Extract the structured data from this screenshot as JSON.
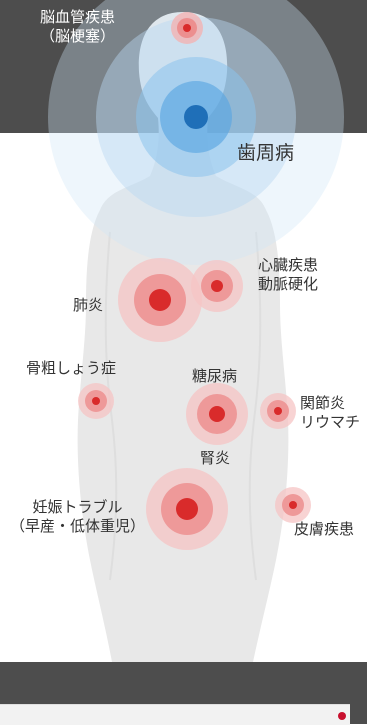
{
  "diseases": {
    "cerebro": {
      "line1": "脳血管疾患",
      "line2": "（脳梗塞）"
    },
    "perio": "歯周病",
    "cardio": {
      "line1": "心臓疾患",
      "line2": "動脈硬化"
    },
    "lung": "肺炎",
    "bone": "骨粗しょう症",
    "diabetes": "糖尿病",
    "joint": {
      "line1": "関節炎",
      "line2": "リウマチ"
    },
    "kidney": "腎炎",
    "pregnancy": {
      "line1": "妊娠トラブル",
      "line2": "（早産・低体重児）"
    },
    "skin": "皮膚疾患"
  },
  "colors": {
    "band": "#4d4d4d",
    "body": "#e8e8e8",
    "highlight_blue": "#1f6fb8",
    "highlight_red": "#d92b2b"
  }
}
